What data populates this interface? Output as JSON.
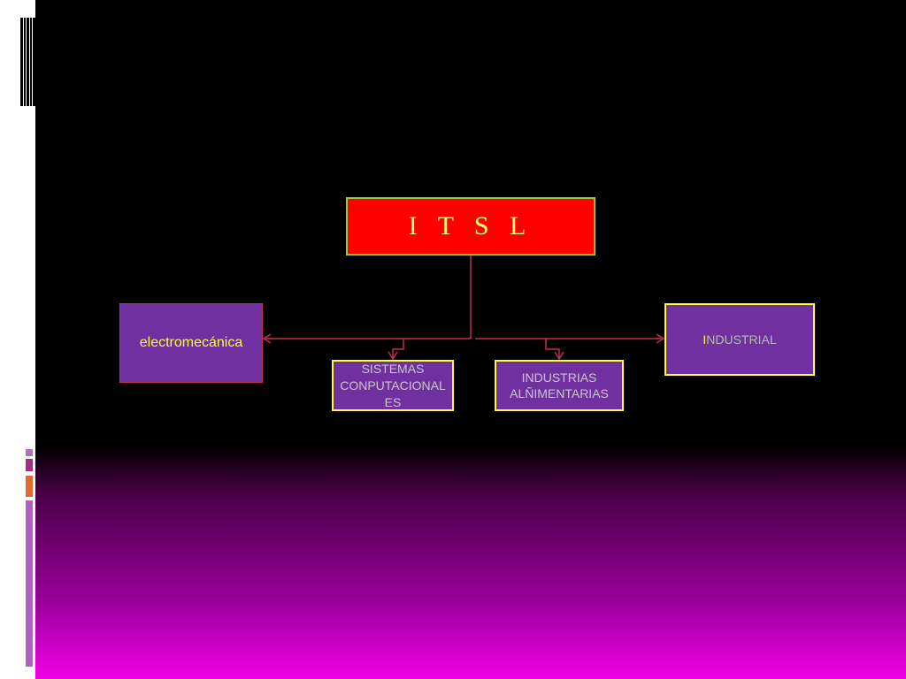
{
  "diagram": {
    "root": {
      "label": "I T S L"
    },
    "branches": [
      {
        "id": "electromecanica",
        "label": "electromecánica"
      },
      {
        "id": "sistemas",
        "lines": [
          "SISTEMAS",
          "CONPUTACIONAL",
          "ES"
        ]
      },
      {
        "id": "industrias",
        "lines": [
          "INDUSTRIAS",
          "ALÑIMENTARIAS"
        ]
      },
      {
        "id": "industrial",
        "first_letter": "I",
        "rest": "NDUSTRIAL"
      }
    ]
  },
  "colors": {
    "root_fill": "#ff0000",
    "box_fill": "#7030a0",
    "box_border": "#ffff33",
    "connector": "#c0304f"
  }
}
